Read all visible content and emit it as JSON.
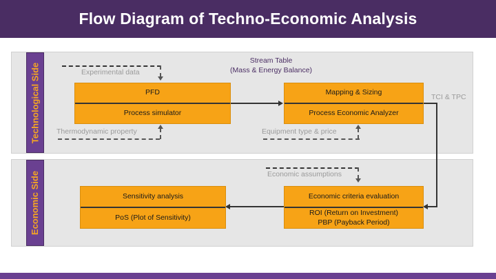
{
  "header": {
    "title": "Flow Diagram of Techno-Economic Analysis"
  },
  "colors": {
    "title_bar": "#4a2d63",
    "footer_bar": "#6a4091",
    "panel_bg": "#e6e6e6",
    "block_fill": "#f7a316",
    "tab_fill": "#6a4091",
    "tab_text": "#f5a623",
    "annotation_text": "#9a9a9a",
    "purple_text": "#4a2d63",
    "connector": "#333333"
  },
  "sections": [
    {
      "id": "technological",
      "tab_label": "Technological Side",
      "blocks": [
        {
          "id": "pfd-block",
          "top_label": "PFD",
          "bottom_label": "Process simulator"
        },
        {
          "id": "mapping-block",
          "top_label": "Mapping & Sizing",
          "bottom_label": "Process Economic Analyzer"
        }
      ],
      "annotations": [
        {
          "id": "experimental-data",
          "label": "Experimental data"
        },
        {
          "id": "thermodynamic-property",
          "label": "Thermodynamic property"
        },
        {
          "id": "equipment-type-price",
          "label": "Equipment type & price"
        }
      ],
      "notes": [
        {
          "id": "stream-table",
          "line1": "Stream Table",
          "line2": "(Mass & Energy Balance)"
        },
        {
          "id": "tci-tpc",
          "label": "TCI & TPC"
        }
      ]
    },
    {
      "id": "economic",
      "tab_label": "Economic Side",
      "blocks": [
        {
          "id": "sensitivity-block",
          "top_label": "Sensitivity analysis",
          "bottom_label": "PoS (Plot of Sensitivity)"
        },
        {
          "id": "economic-criteria-block",
          "top_label": "Economic criteria evaluation",
          "bottom_label_line1": "ROI (Return on Investment)",
          "bottom_label_line2": "PBP (Payback Period)"
        }
      ],
      "annotations": [
        {
          "id": "economic-assumptions",
          "label": "Economic assumptions"
        }
      ]
    }
  ]
}
